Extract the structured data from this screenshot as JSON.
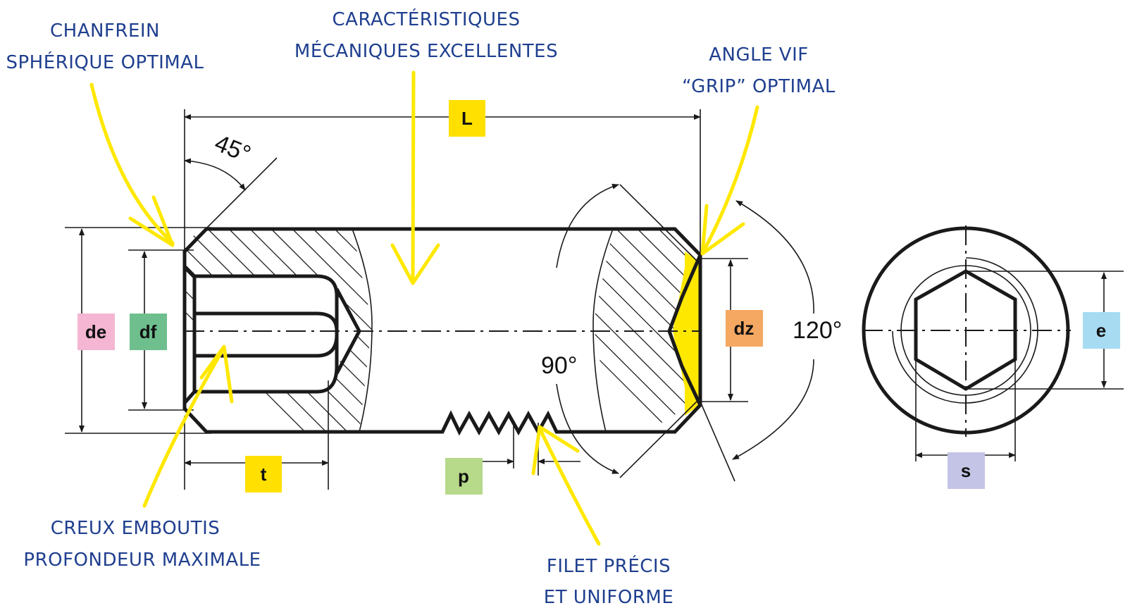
{
  "annotations": {
    "chamfer_line1": "CHANFREIN",
    "chamfer_line2": "SPHÉRIQUE OPTIMAL",
    "mech_line1": "CARACTÉRISTIQUES",
    "mech_line2": "MÉCANIQUES EXCELLENTES",
    "angle_line1": "ANGLE VIF",
    "angle_line2": "“GRIP” OPTIMAL",
    "socket_line1": "CREUX EMBOUTIS",
    "socket_line2": "PROFONDEUR MAXIMALE",
    "thread_line1": "FILET PRÉCIS",
    "thread_line2": "ET UNIFORME"
  },
  "dimensions": {
    "L": {
      "label": "L",
      "color": "#ffe000"
    },
    "de": {
      "label": "de",
      "color": "#f4b6d2"
    },
    "df": {
      "label": "df",
      "color": "#6fbf8e"
    },
    "dz": {
      "label": "dz",
      "color": "#f5a862"
    },
    "t": {
      "label": "t",
      "color": "#ffe000"
    },
    "p": {
      "label": "p",
      "color": "#b7d98a"
    },
    "e": {
      "label": "e",
      "color": "#a7dbf1"
    },
    "s": {
      "label": "s",
      "color": "#c3c4e6"
    }
  },
  "angles": {
    "chamfer": "45°",
    "cone": "90°",
    "tip": "120°"
  },
  "colors": {
    "annotation_text": "#1f3f8f",
    "highlight": "#ffe800",
    "outline": "#1a1a1a"
  }
}
